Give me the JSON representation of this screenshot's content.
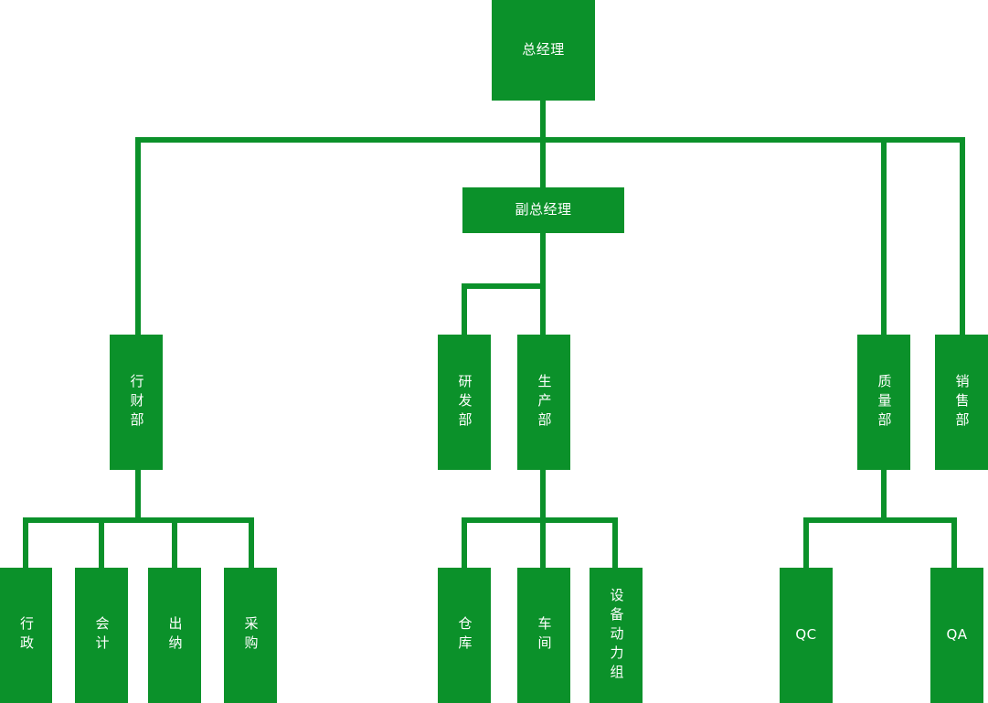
{
  "chart_data": {
    "type": "diagram",
    "diagram_kind": "organization-chart",
    "title": "",
    "accent_color": "#0b912a",
    "text_color": "#ffffff",
    "background_color": "#ffffff",
    "orientation": "top-down",
    "nodes": [
      {
        "id": "gm",
        "label": "总经理",
        "level": 0,
        "parent": null,
        "orientation": "horizontal"
      },
      {
        "id": "dgm",
        "label": "副总经理",
        "level": 1,
        "parent": "gm",
        "orientation": "horizontal"
      },
      {
        "id": "admin_fin",
        "label": "行财部",
        "level": 2,
        "parent": "gm",
        "orientation": "vertical"
      },
      {
        "id": "rnd",
        "label": "研发部",
        "level": 2,
        "parent": "dgm",
        "orientation": "vertical"
      },
      {
        "id": "prod",
        "label": "生产部",
        "level": 2,
        "parent": "dgm",
        "orientation": "vertical"
      },
      {
        "id": "quality",
        "label": "质量部",
        "level": 2,
        "parent": "gm",
        "orientation": "vertical"
      },
      {
        "id": "sales",
        "label": "销售部",
        "level": 2,
        "parent": "gm",
        "orientation": "vertical"
      },
      {
        "id": "admin",
        "label": "行政",
        "level": 3,
        "parent": "admin_fin",
        "orientation": "vertical"
      },
      {
        "id": "acct",
        "label": "会计",
        "level": 3,
        "parent": "admin_fin",
        "orientation": "vertical"
      },
      {
        "id": "cashier",
        "label": "出纳",
        "level": 3,
        "parent": "admin_fin",
        "orientation": "vertical"
      },
      {
        "id": "purchase",
        "label": "采购",
        "level": 3,
        "parent": "admin_fin",
        "orientation": "vertical"
      },
      {
        "id": "warehouse",
        "label": "仓库",
        "level": 3,
        "parent": "prod",
        "orientation": "vertical"
      },
      {
        "id": "workshop",
        "label": "车间",
        "level": 3,
        "parent": "prod",
        "orientation": "vertical"
      },
      {
        "id": "equipment",
        "label": "设备动力组",
        "level": 3,
        "parent": "prod",
        "orientation": "vertical"
      },
      {
        "id": "qc",
        "label": "QC",
        "level": 3,
        "parent": "quality",
        "orientation": "horizontal"
      },
      {
        "id": "qa",
        "label": "QA",
        "level": 3,
        "parent": "quality",
        "orientation": "horizontal"
      }
    ],
    "edges": [
      {
        "from": "gm",
        "to": "dgm"
      },
      {
        "from": "gm",
        "to": "admin_fin"
      },
      {
        "from": "gm",
        "to": "quality"
      },
      {
        "from": "gm",
        "to": "sales"
      },
      {
        "from": "dgm",
        "to": "rnd"
      },
      {
        "from": "dgm",
        "to": "prod"
      },
      {
        "from": "admin_fin",
        "to": "admin"
      },
      {
        "from": "admin_fin",
        "to": "acct"
      },
      {
        "from": "admin_fin",
        "to": "cashier"
      },
      {
        "from": "admin_fin",
        "to": "purchase"
      },
      {
        "from": "prod",
        "to": "warehouse"
      },
      {
        "from": "prod",
        "to": "workshop"
      },
      {
        "from": "prod",
        "to": "equipment"
      },
      {
        "from": "quality",
        "to": "qc"
      },
      {
        "from": "quality",
        "to": "qa"
      }
    ]
  },
  "nodes": {
    "gm": {
      "label": "总经理"
    },
    "dgm": {
      "label": "副总经理"
    },
    "admin_fin": {
      "label": "行财部"
    },
    "rnd": {
      "label": "研发部"
    },
    "prod": {
      "label": "生产部"
    },
    "quality": {
      "label": "质量部"
    },
    "sales": {
      "label": "销售部"
    },
    "admin": {
      "label": "行政"
    },
    "acct": {
      "label": "会计"
    },
    "cashier": {
      "label": "出纳"
    },
    "purchase": {
      "label": "采购"
    },
    "warehouse": {
      "label": "仓库"
    },
    "workshop": {
      "label": "车间"
    },
    "equipment": {
      "label": "设备动力组"
    },
    "qc": {
      "label": "QC"
    },
    "qa": {
      "label": "QA"
    }
  }
}
